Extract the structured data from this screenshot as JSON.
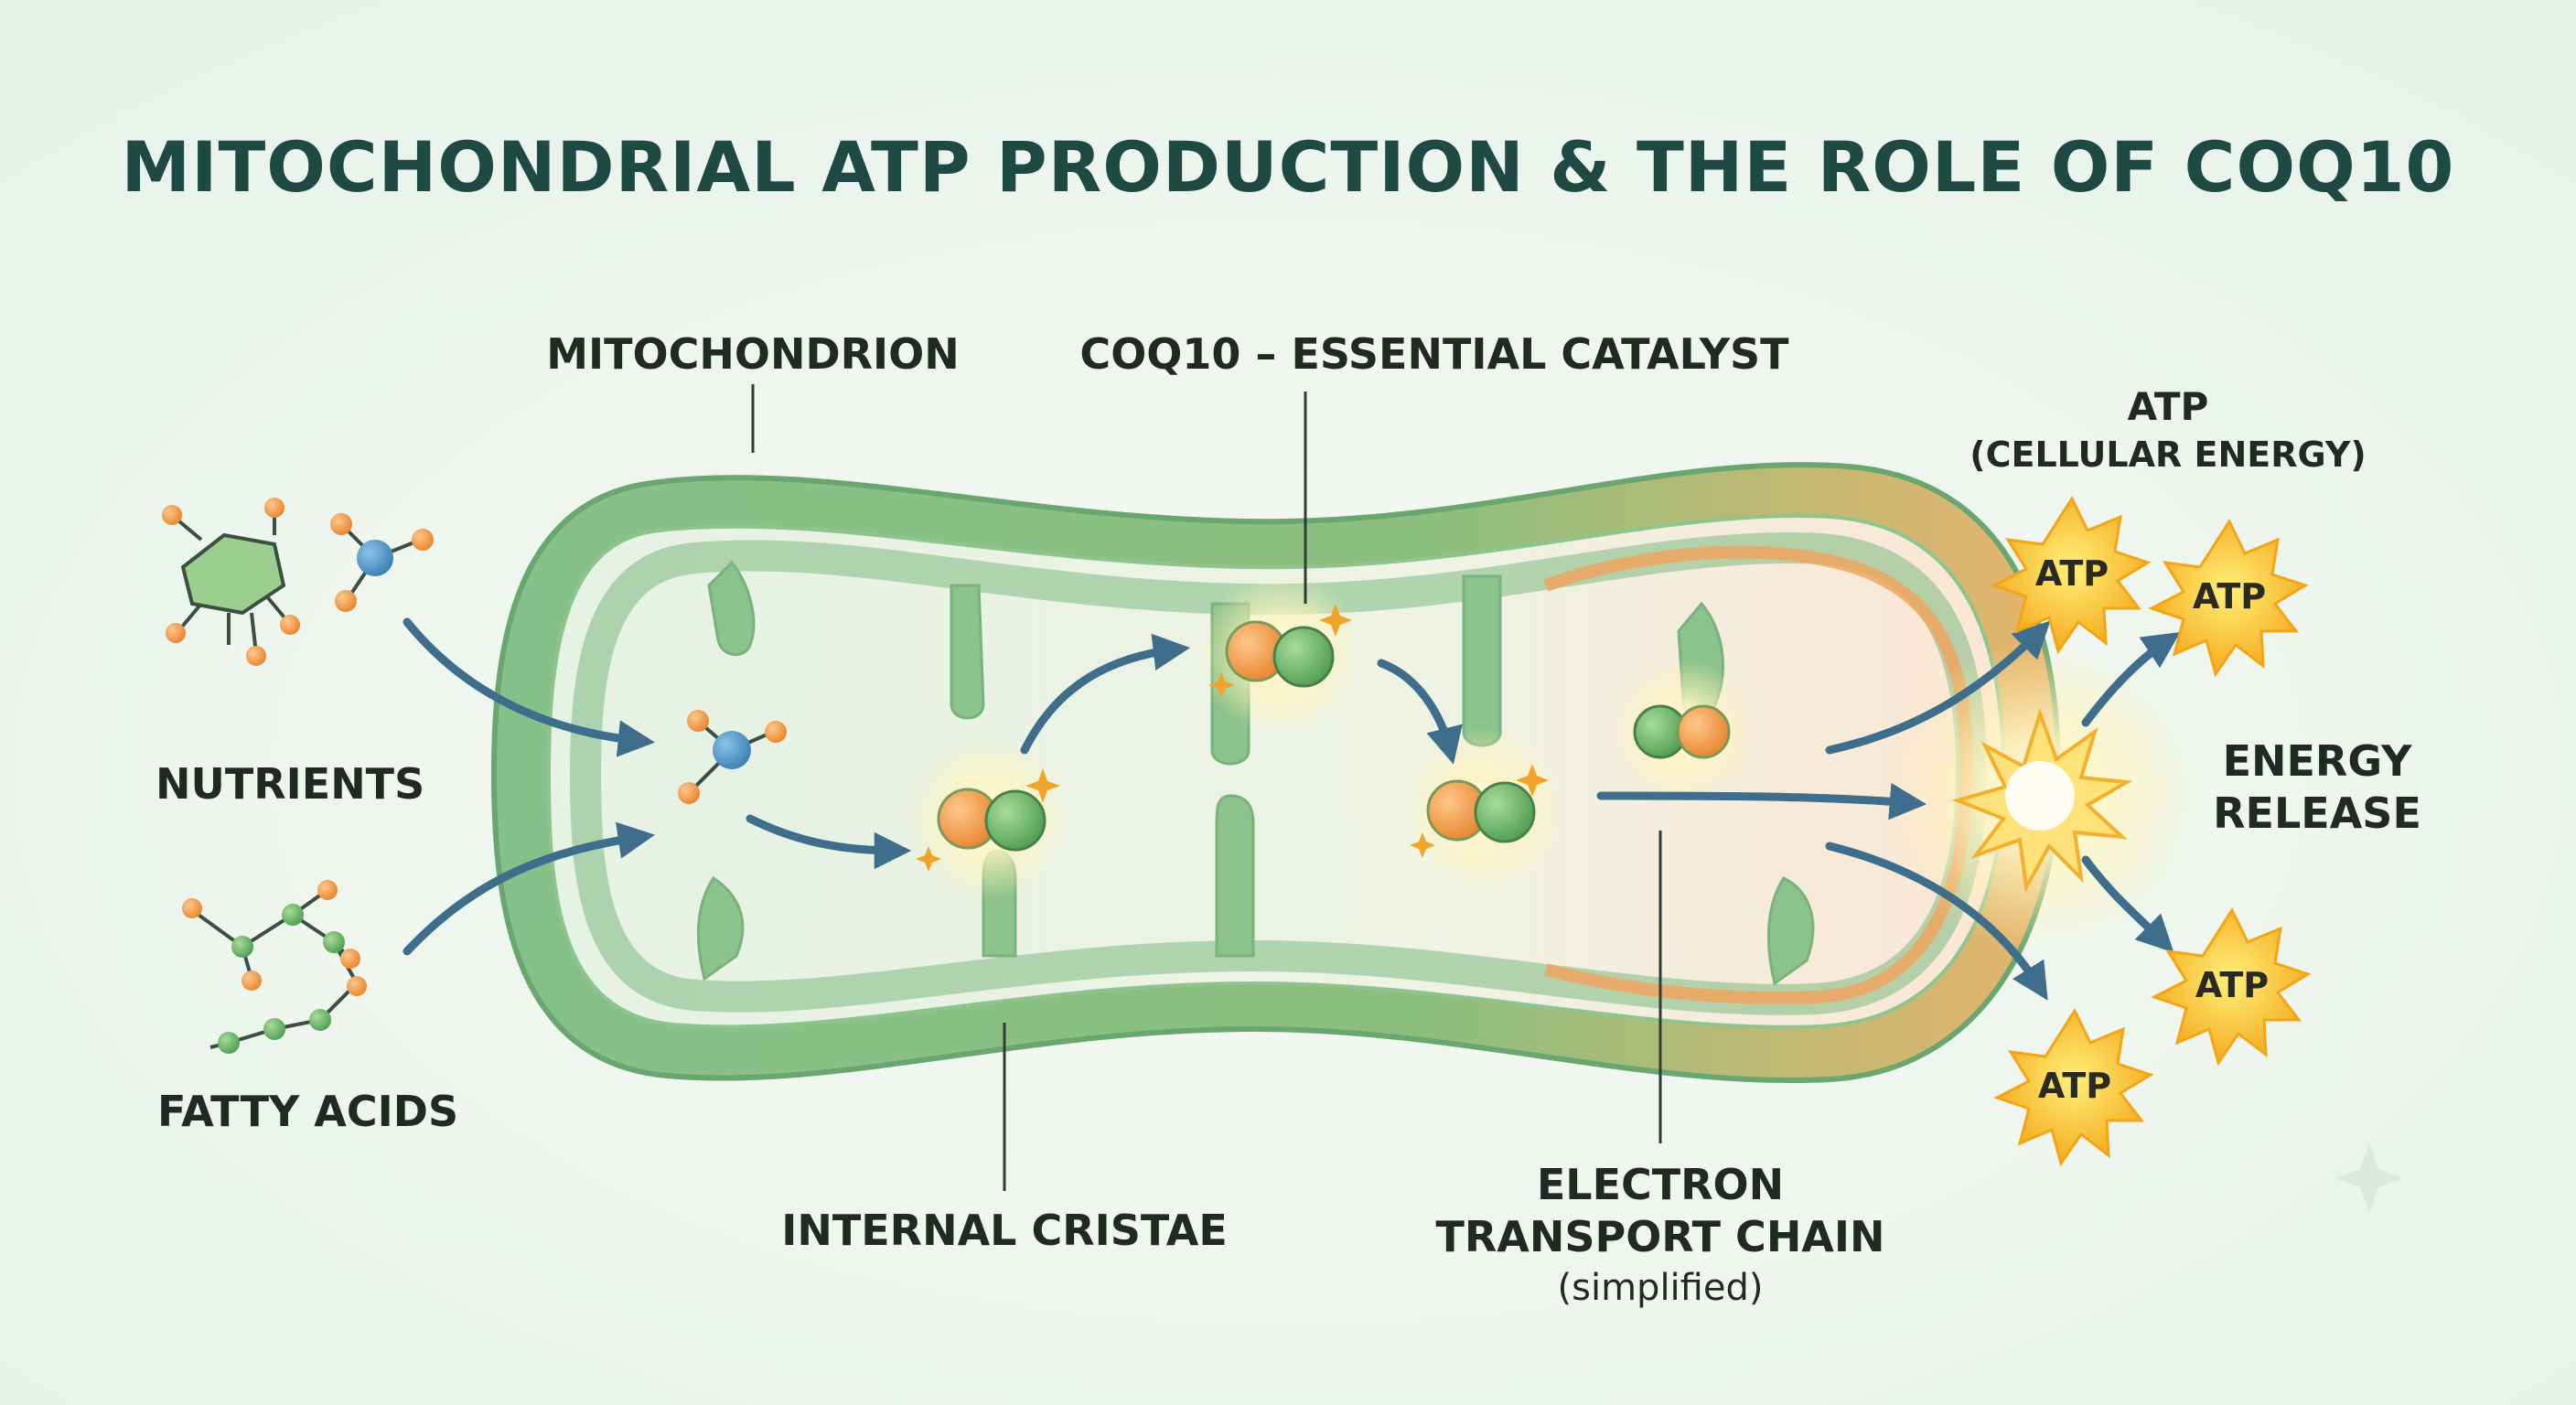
{
  "title": "MITOCHONDRIAL ATP PRODUCTION & THE ROLE OF COQ10",
  "labels": {
    "mitochondrion": "MITOCHONDRION",
    "coq10": "COQ10 – ESSENTIAL CATALYST",
    "atp_heading": "ATP",
    "atp_subheading": "(CELLULAR ENERGY)",
    "nutrients": "NUTRIENTS",
    "fatty_acids": "FATTY ACIDS",
    "internal_cristae": "INTERNAL CRISTAE",
    "etc_line1": "ELECTRON",
    "etc_line2": "TRANSPORT CHAIN",
    "etc_note": "(simplified)",
    "energy_line1": "ENERGY",
    "energy_line2": "RELEASE"
  },
  "atp_badges": [
    "ATP",
    "ATP",
    "ATP",
    "ATP"
  ],
  "colors": {
    "background": "#eef6ef",
    "title": "#1e4a43",
    "membrane": "#7fba82",
    "membrane_dark": "#5f9e66",
    "inner_right": "#f3a865",
    "arrow": "#3f6e8c",
    "atom_orange": "#f0913a",
    "atom_green": "#6db266",
    "atom_blue": "#4a8fc4",
    "atp_star": "#f7b527"
  },
  "icons": [
    "glucose-molecule-icon",
    "small-molecule-icon",
    "fatty-acid-chain-icon",
    "coq10-molecule-icon",
    "atp-burst-icon",
    "energy-burst-icon"
  ]
}
